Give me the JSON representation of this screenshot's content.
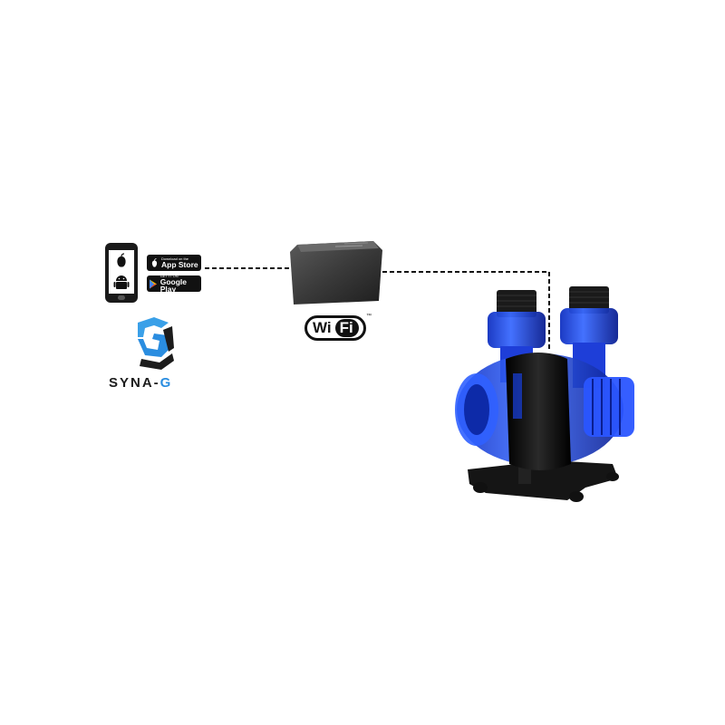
{
  "badges": {
    "app_store": {
      "small": "Download on the",
      "big": "App Store"
    },
    "google_play": {
      "small": "GET IT ON",
      "big": "Google Play"
    }
  },
  "wifi": {
    "left": "Wi",
    "right": "Fi",
    "trademark": "™"
  },
  "brand": {
    "name": "SYNA-",
    "suffix": "G"
  },
  "colors": {
    "pump_blue": "#1e4dff",
    "pump_black": "#111111",
    "brand_blue": "#2a8de0",
    "line": "#111111"
  }
}
